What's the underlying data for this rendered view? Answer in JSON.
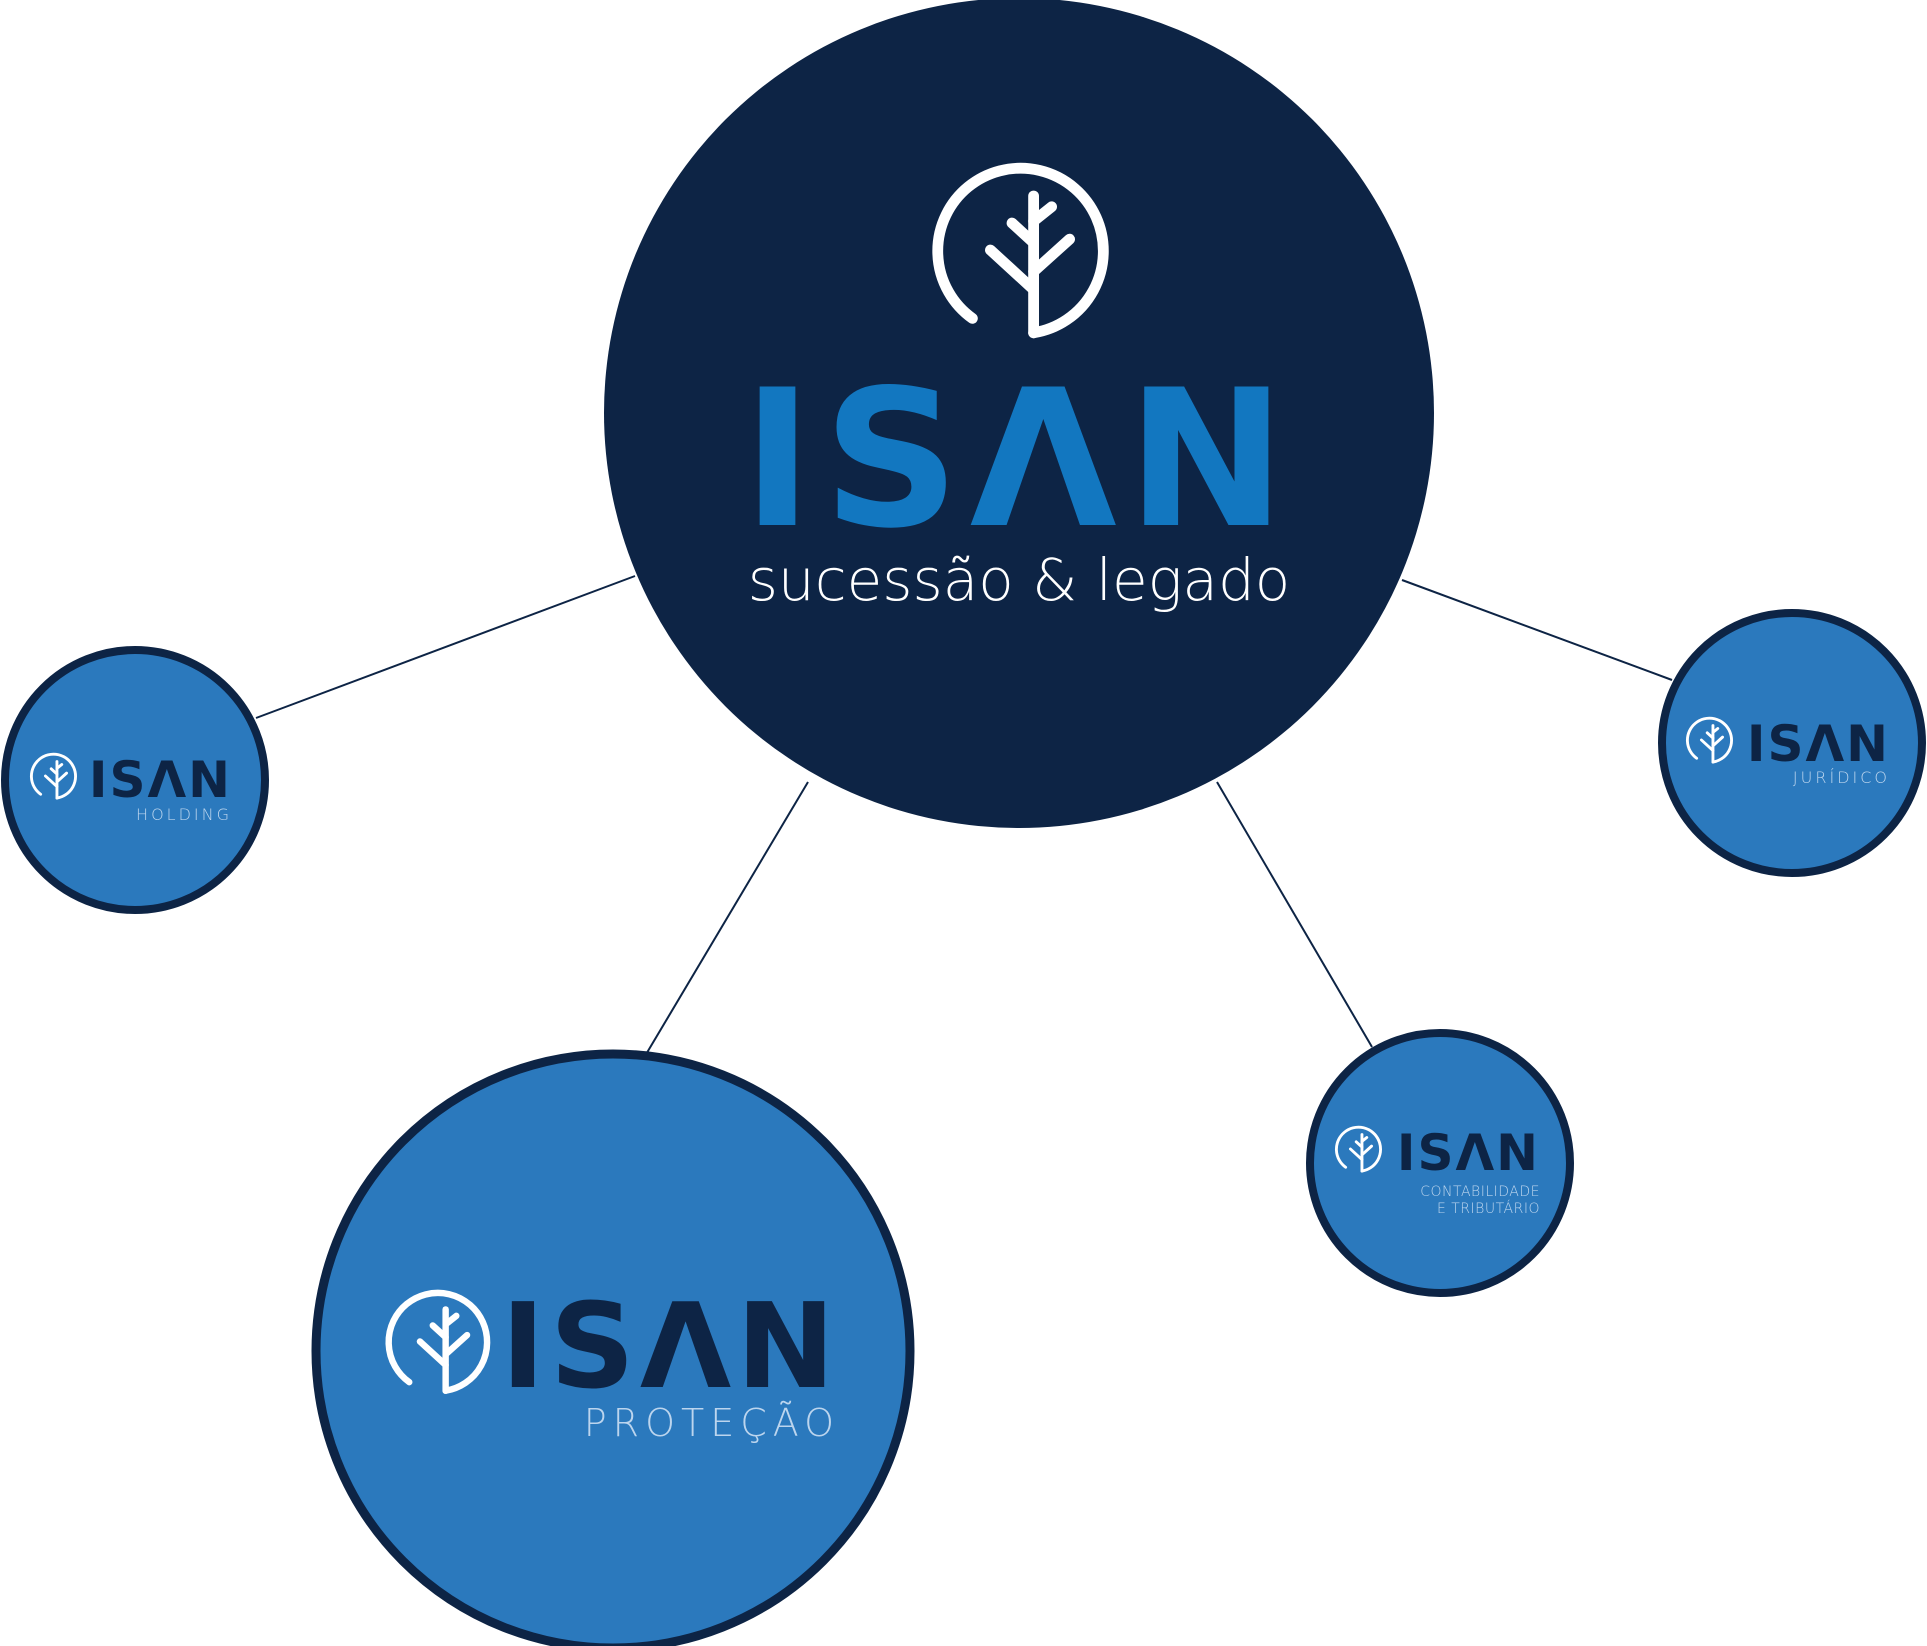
{
  "colors": {
    "navy": "#0d2445",
    "main_wordmark": "#1277c0",
    "sub_fill": "#2b79bd",
    "white": "#ffffff",
    "connector": "#0d2445"
  },
  "main": {
    "icon": "tree-in-circle-icon",
    "wordmark": "ISΛN",
    "tagline": "sucessão & legado"
  },
  "subsidiaries": {
    "holding": {
      "icon": "tree-in-circle-icon",
      "wordmark": "ISΛN",
      "label": "HOLDING"
    },
    "juridico": {
      "icon": "tree-in-circle-icon",
      "wordmark": "ISΛN",
      "label": "JURÍDICO"
    },
    "contabilidade": {
      "icon": "tree-in-circle-icon",
      "wordmark": "ISΛN",
      "label_line1": "CONTABILIDADE",
      "label_line2": "E TRIBUTÁRIO"
    },
    "protecao": {
      "icon": "tree-in-circle-icon",
      "wordmark": "ISΛN",
      "label": "PROTEÇÃO"
    }
  }
}
